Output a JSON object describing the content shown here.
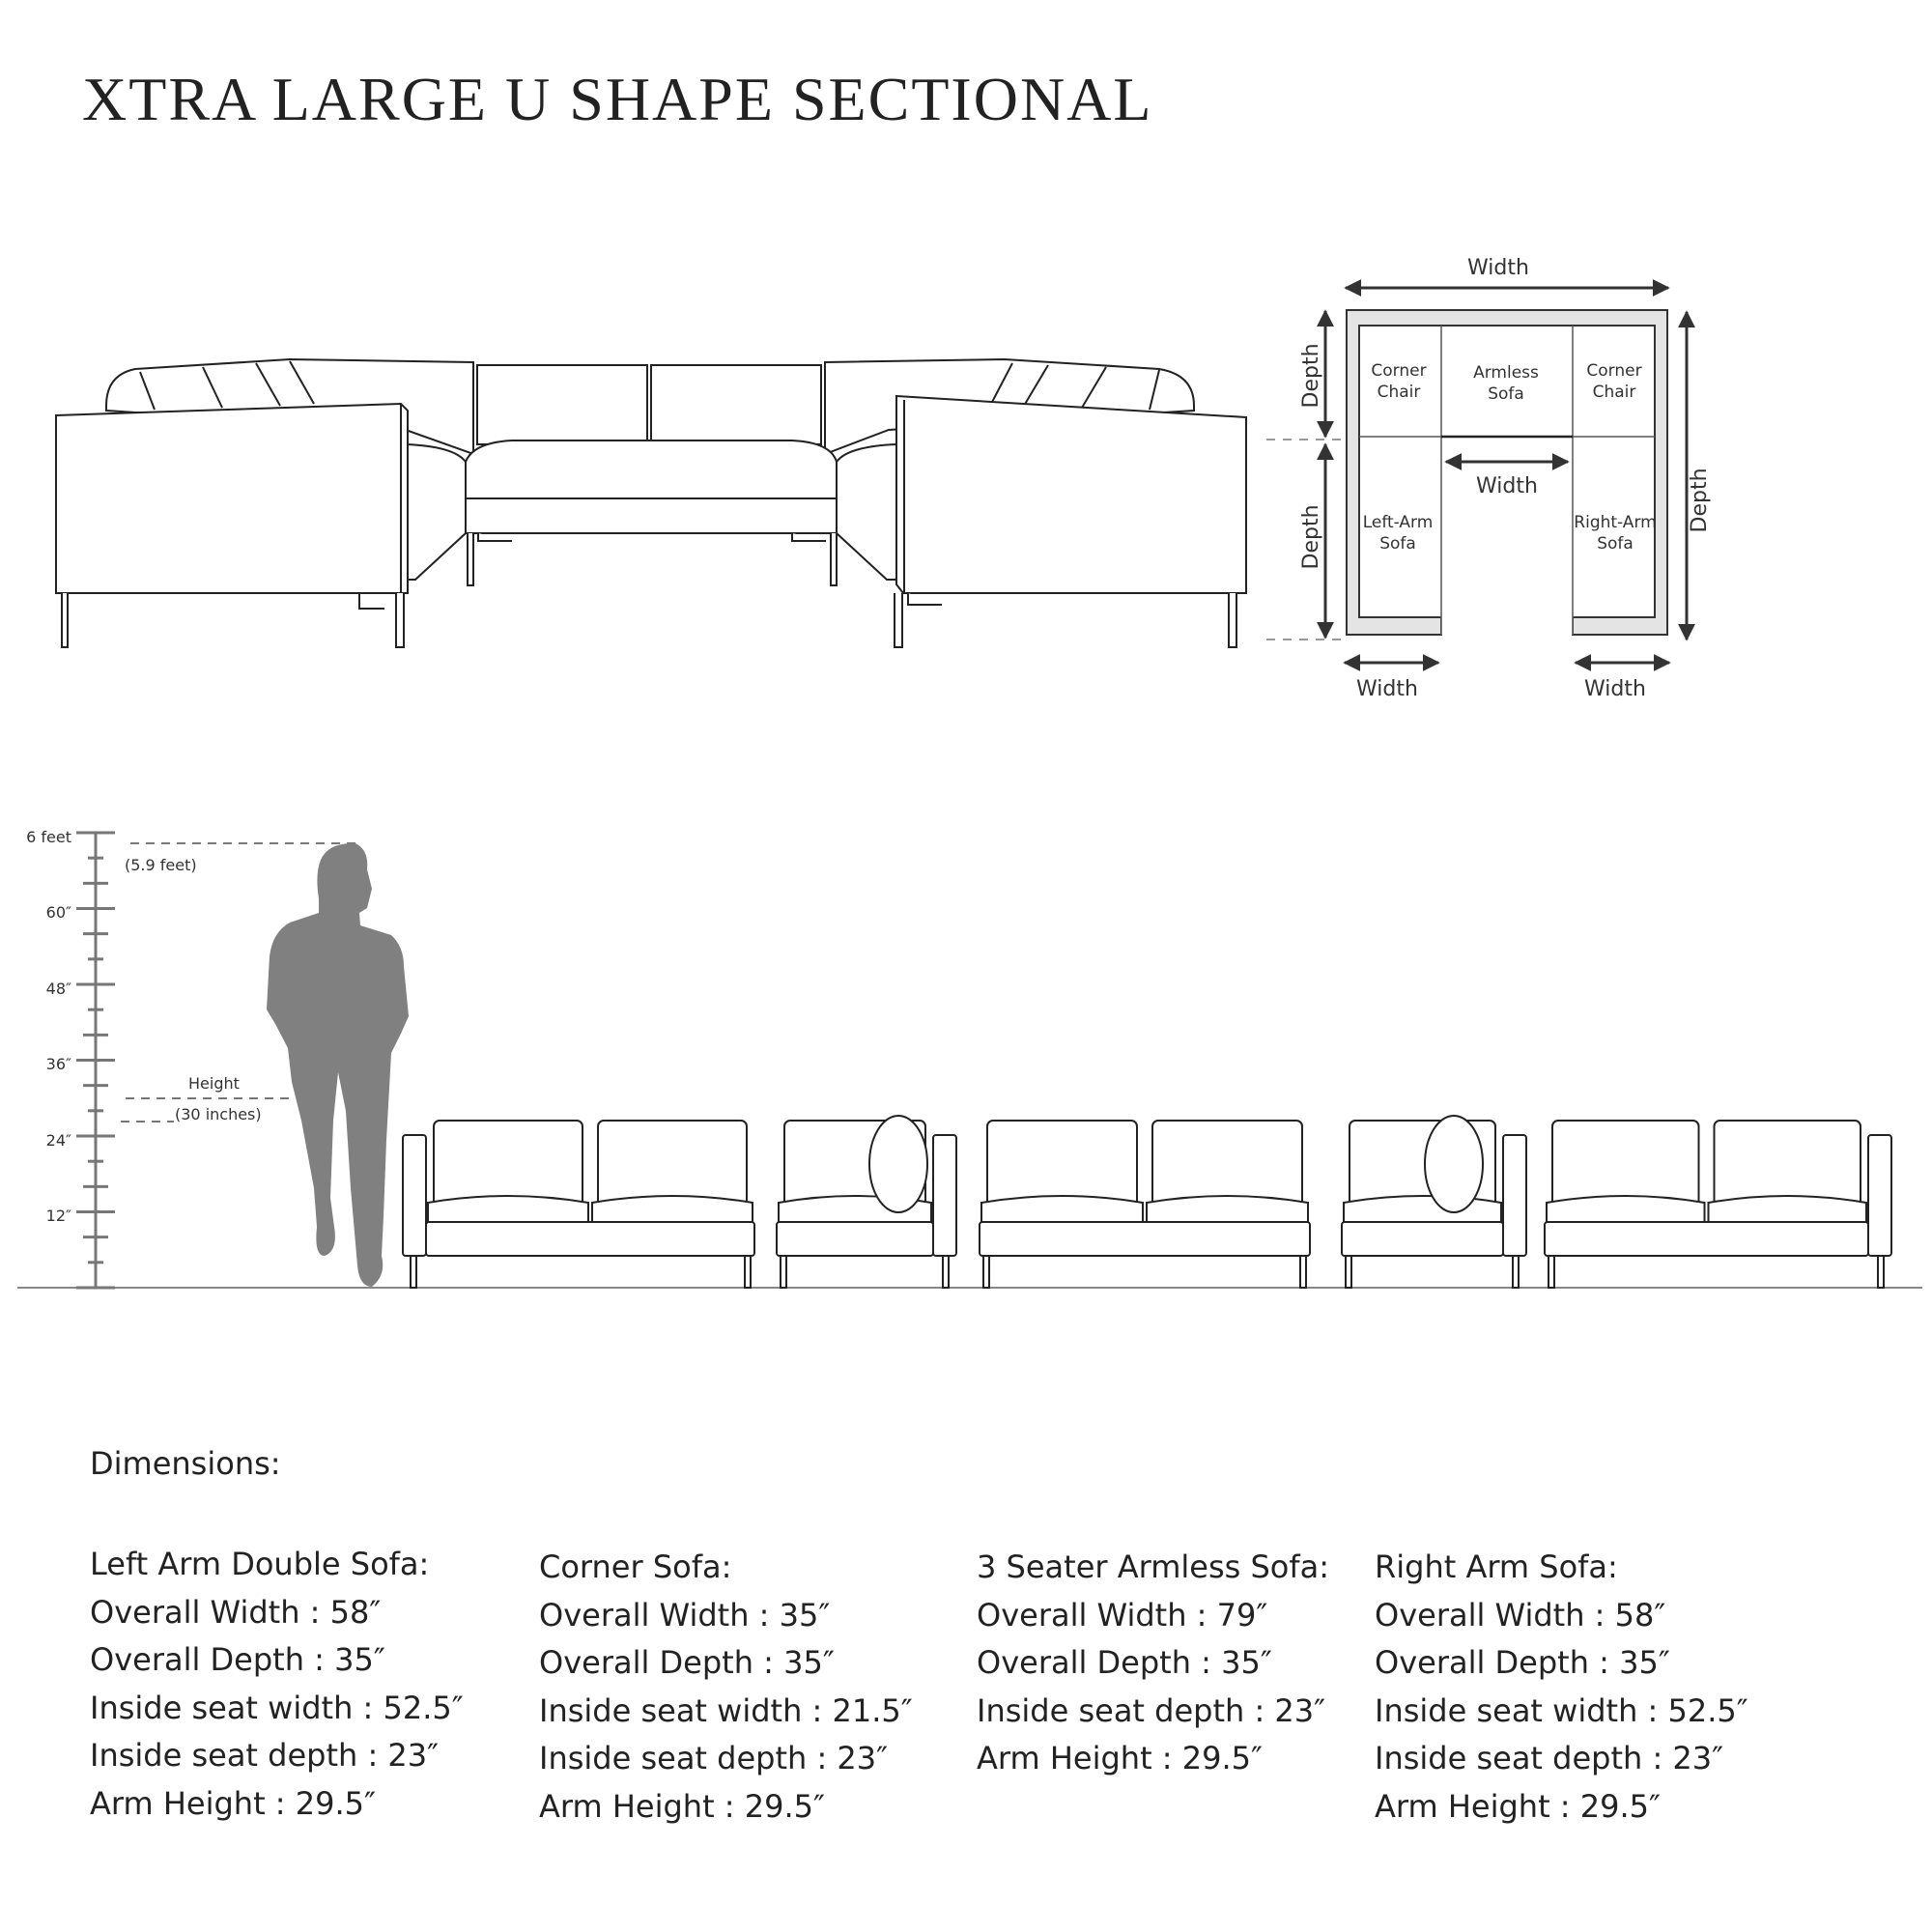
{
  "title": "XTRA LARGE U SHAPE SECTIONAL",
  "plan": {
    "width_top": "Width",
    "width_inner": "Width",
    "width_bottom_left": "Width",
    "width_bottom_right": "Width",
    "depth_upper_left": "Depth",
    "depth_lower_left": "Depth",
    "depth_right": "Depth",
    "cells": {
      "corner_left": [
        "Corner",
        "Chair"
      ],
      "armless": [
        "Armless",
        "Sofa"
      ],
      "corner_right": [
        "Corner",
        "Chair"
      ],
      "left_arm": [
        "Left-Arm",
        "Sofa"
      ],
      "right_arm": [
        "Right-Arm",
        "Sofa"
      ]
    }
  },
  "scale": {
    "labels": [
      "6 feet",
      "60″",
      "48″",
      "36″",
      "24″",
      "12″"
    ],
    "person_height": "(5.9 feet)",
    "height_label": "Height",
    "height_value": "(30 inches)"
  },
  "dimensions": {
    "heading": "Dimensions:",
    "columns": [
      {
        "title": "Left Arm Double Sofa:",
        "lines": [
          "Overall Width : 58″",
          "Overall Depth : 35″",
          "Inside seat width : 52.5″",
          "Inside seat depth : 23″",
          "Arm Height : 29.5″"
        ]
      },
      {
        "title": "Corner Sofa:",
        "lines": [
          "Overall Width : 35″",
          "Overall Depth : 35″",
          "Inside seat width : 21.5″",
          "Inside seat depth : 23″",
          "Arm Height : 29.5″"
        ]
      },
      {
        "title": "3 Seater Armless Sofa:",
        "lines": [
          "Overall Width : 79″",
          "Overall Depth : 35″",
          "Inside seat depth : 23″",
          "Arm Height : 29.5″"
        ]
      },
      {
        "title": "Right Arm Sofa:",
        "lines": [
          "Overall Width : 58″",
          "Overall Depth : 35″",
          "Inside seat width : 52.5″",
          "Inside seat depth : 23″",
          "Arm Height : 29.5″"
        ]
      }
    ]
  },
  "colors": {
    "line": "#222222",
    "silhouette": "#808080",
    "plan_fill": "#e4e4e4",
    "scale": "#777777"
  }
}
